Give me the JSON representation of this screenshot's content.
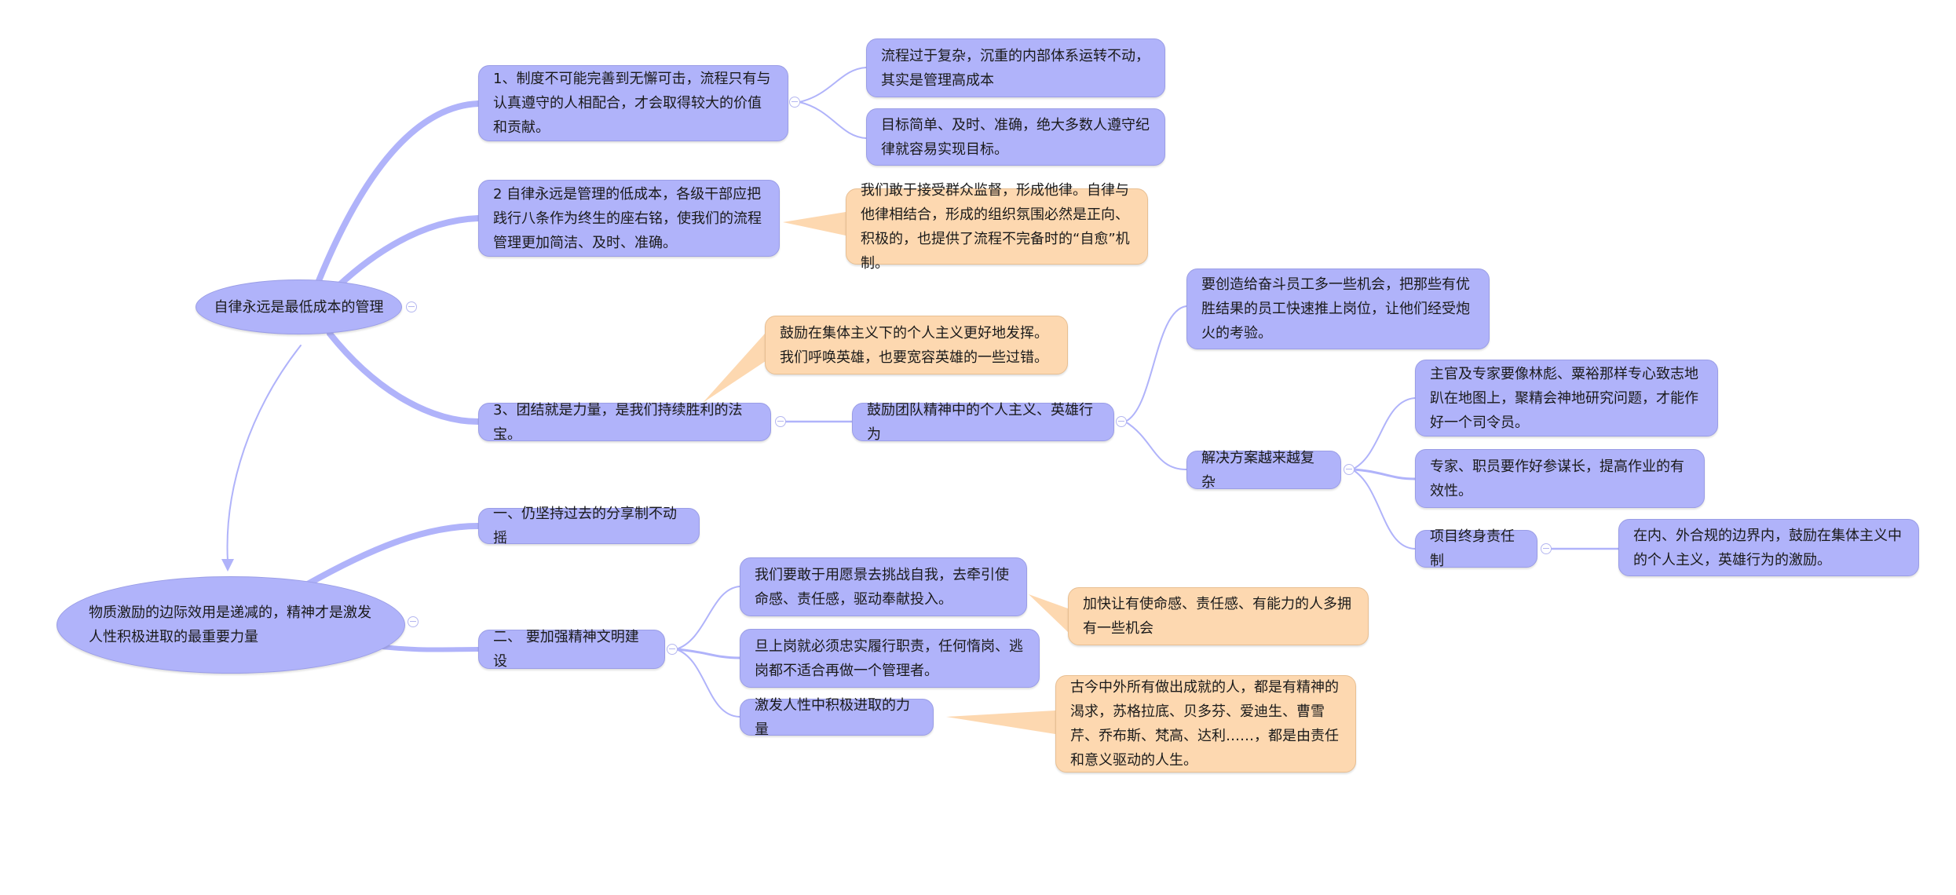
{
  "colors": {
    "topic": "#b0b3fa",
    "note": "#fdd8b0",
    "line": "#b0b3fa"
  },
  "root1": {
    "label": "自律永远是最低成本的管理"
  },
  "a1": {
    "label": "1、制度不可能完善到无懈可击，流程只有与认真遵守的人相配合，才会取得较大的价值和贡献。"
  },
  "a1a": {
    "label": "流程过于复杂，沉重的内部体系运转不动，其实是管理高成本"
  },
  "a1b": {
    "label": "目标简单、及时、准确，绝大多数人遵守纪律就容易实现目标。"
  },
  "a2": {
    "label": "2 自律永远是管理的低成本，各级干部应把践行八条作为终生的座右铭，使我们的流程管理更加简洁、及时、准确。"
  },
  "a2note": {
    "label": "我们敢于接受群众监督，形成他律。自律与他律相结合，形成的组织氛围必然是正向、积极的，也提供了流程不完备时的“自愈”机制。"
  },
  "a3": {
    "label": "3、团结就是力量，是我们持续胜利的法宝。"
  },
  "a3note": {
    "label": "鼓励在集体主义下的个人主义更好地发挥。我们呼唤英雄，也要宽容英雄的一些过错。"
  },
  "a3c": {
    "label": "鼓励团队精神中的个人主义、英雄行为"
  },
  "b1": {
    "label": "要创造给奋斗员工多一些机会，把那些有优胜结果的员工快速推上岗位，让他们经受炮火的考验。"
  },
  "b2": {
    "label": "解决方案越来越复杂"
  },
  "c1": {
    "label": "主官及专家要像林彪、粟裕那样专心致志地趴在地图上，聚精会神地研究问题，才能作好一个司令员。"
  },
  "c2": {
    "label": "专家、职员要作好参谋长，提高作业的有效性。"
  },
  "c3": {
    "label": "项目终身责任制"
  },
  "c3c": {
    "label": "在内、外合规的边界内，鼓励在集体主义中的个人主义，英雄行为的激励。"
  },
  "root2": {
    "label": "物质激励的边际效用是递减的，精神才是激发人性积极进取的最重要力量"
  },
  "d1": {
    "label": "一、仍坚持过去的分享制不动摇"
  },
  "d2": {
    "label": "二、 要加强精神文明建设"
  },
  "e1": {
    "label": "我们要敢于用愿景去挑战自我，去牵引使命感、责任感，驱动奉献投入。"
  },
  "e1note": {
    "label": "加快让有使命感、责任感、有能力的人多拥有一些机会"
  },
  "e2": {
    "label": "旦上岗就必须忠实履行职责，任何惰岗、逃岗都不适合再做一个管理者。"
  },
  "e3": {
    "label": "激发人性中积极进取的力量"
  },
  "e3note": {
    "label": "古今中外所有做出成就的人，都是有精神的渴求，苏格拉底、贝多芬、爱迪生、曹雪芹、乔布斯、梵高、达利……，都是由责任和意义驱动的人生。"
  }
}
